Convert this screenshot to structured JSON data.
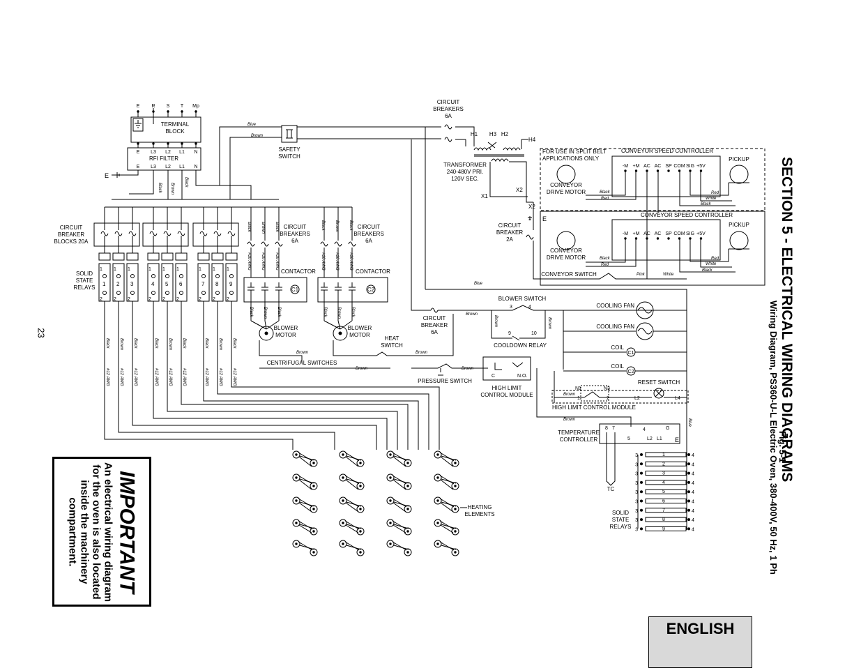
{
  "page_number": "23",
  "title": "SECTION 5 - ELECTRICAL WIRING DIAGRAMS",
  "figure": {
    "label": "Fig. 5-1",
    "caption": "Wiring Diagram, PS360-U-L Electric Oven, 380-400V, 50 Hz, 1 Ph"
  },
  "important": {
    "heading": "IMPORTANT",
    "text": "An electrical wiring diagram for the oven is also located inside the machinery compartment."
  },
  "language_tab": "ENGLISH",
  "diagram": {
    "supply_terminals": [
      "E",
      "R",
      "S",
      "T",
      "Mp"
    ],
    "terminal_block": "TERMINAL BLOCK",
    "rfi_filter": "RFI FILTER",
    "rfi_top_terminals": [
      "E",
      "L3",
      "L2",
      "L1",
      "N"
    ],
    "rfi_bottom_terminals": [
      "E",
      "L3",
      "L2",
      "L1",
      "N"
    ],
    "ground": "E",
    "safety_switch": "SAFETY SWITCH",
    "circuit_breakers_top": "CIRCUIT BREAKERS 6A",
    "transformer": "TRANSFORMER 240-480V PRI. 120V SEC.",
    "transformer_terminals": [
      "H1",
      "H3",
      "H2",
      "H4",
      "X1",
      "X2",
      "X2"
    ],
    "split_belt_note": "FOR USE IN SPLIT BELT APPLICATIONS ONLY",
    "conveyor_speed_controller": "CONVEYOR SPEED CONTROLLER",
    "controller_terminals": [
      "-M",
      "+M",
      "AC",
      "AC",
      "SP",
      "COM",
      "SIG",
      "+5V"
    ],
    "pickup": "PICKUP",
    "conveyor_drive_motor": "CONVEYOR DRIVE MOTOR",
    "circuit_breaker_2a": "CIRCUIT BREAKER 2A",
    "conveyor_switch": "CONVEYOR SWITCH",
    "circuit_breaker_blocks": "CIRCUIT BREAKER BLOCKS 20A",
    "circuit_breakers_6a": "CIRCUIT BREAKERS 6A",
    "solid_state_relays": "SOLID STATE RELAYS",
    "relay_numbers": [
      "1",
      "2",
      "3",
      "4",
      "5",
      "6",
      "7",
      "8",
      "9"
    ],
    "contactor": "CONTACTOR",
    "contactor_coils": [
      "C1",
      "C2"
    ],
    "blower_motor": "BLOWER MOTOR",
    "centrifugal_switches": "CENTRIFUGAL SWITCHES",
    "heat_switch": "HEAT SWITCH",
    "circuit_breaker_6a": "CIRCUIT BREAKER 6A",
    "pressure_switch": "PRESSURE SWITCH",
    "high_limit_control_module": "HIGH LIMIT CONTROL MODULE",
    "module_terminals": [
      "C",
      "N.O."
    ],
    "blower_switch": "BLOWER SWITCH",
    "blower_switch_terminals": [
      "3",
      "4"
    ],
    "cooldown_relay": "COOLDOWN RELAY",
    "cooldown_terminals": [
      "9",
      "10"
    ],
    "cooling_fan": "COOLING FAN",
    "coil": "COIL",
    "reset_switch": "RESET SWITCH",
    "reset_terminals": [
      "N1",
      "N3",
      "1",
      "2",
      "L2",
      "L4"
    ],
    "temperature_controller": "TEMPERATURE CONTROLLER",
    "temperature_terminals": [
      "8",
      "7",
      "4",
      "G",
      "5",
      "L2",
      "L1",
      "E"
    ],
    "thermocouple": "TC",
    "heating_elements": "HEATING ELEMENTS",
    "relay_pins": [
      "1",
      "2",
      "3",
      "4"
    ],
    "wire_colors": [
      "Blue",
      "Brown",
      "Black",
      "Pink",
      "Red",
      "White"
    ],
    "wire_gauge": "#12 AWG",
    "wire_gauge_small": "#16 AWG"
  }
}
